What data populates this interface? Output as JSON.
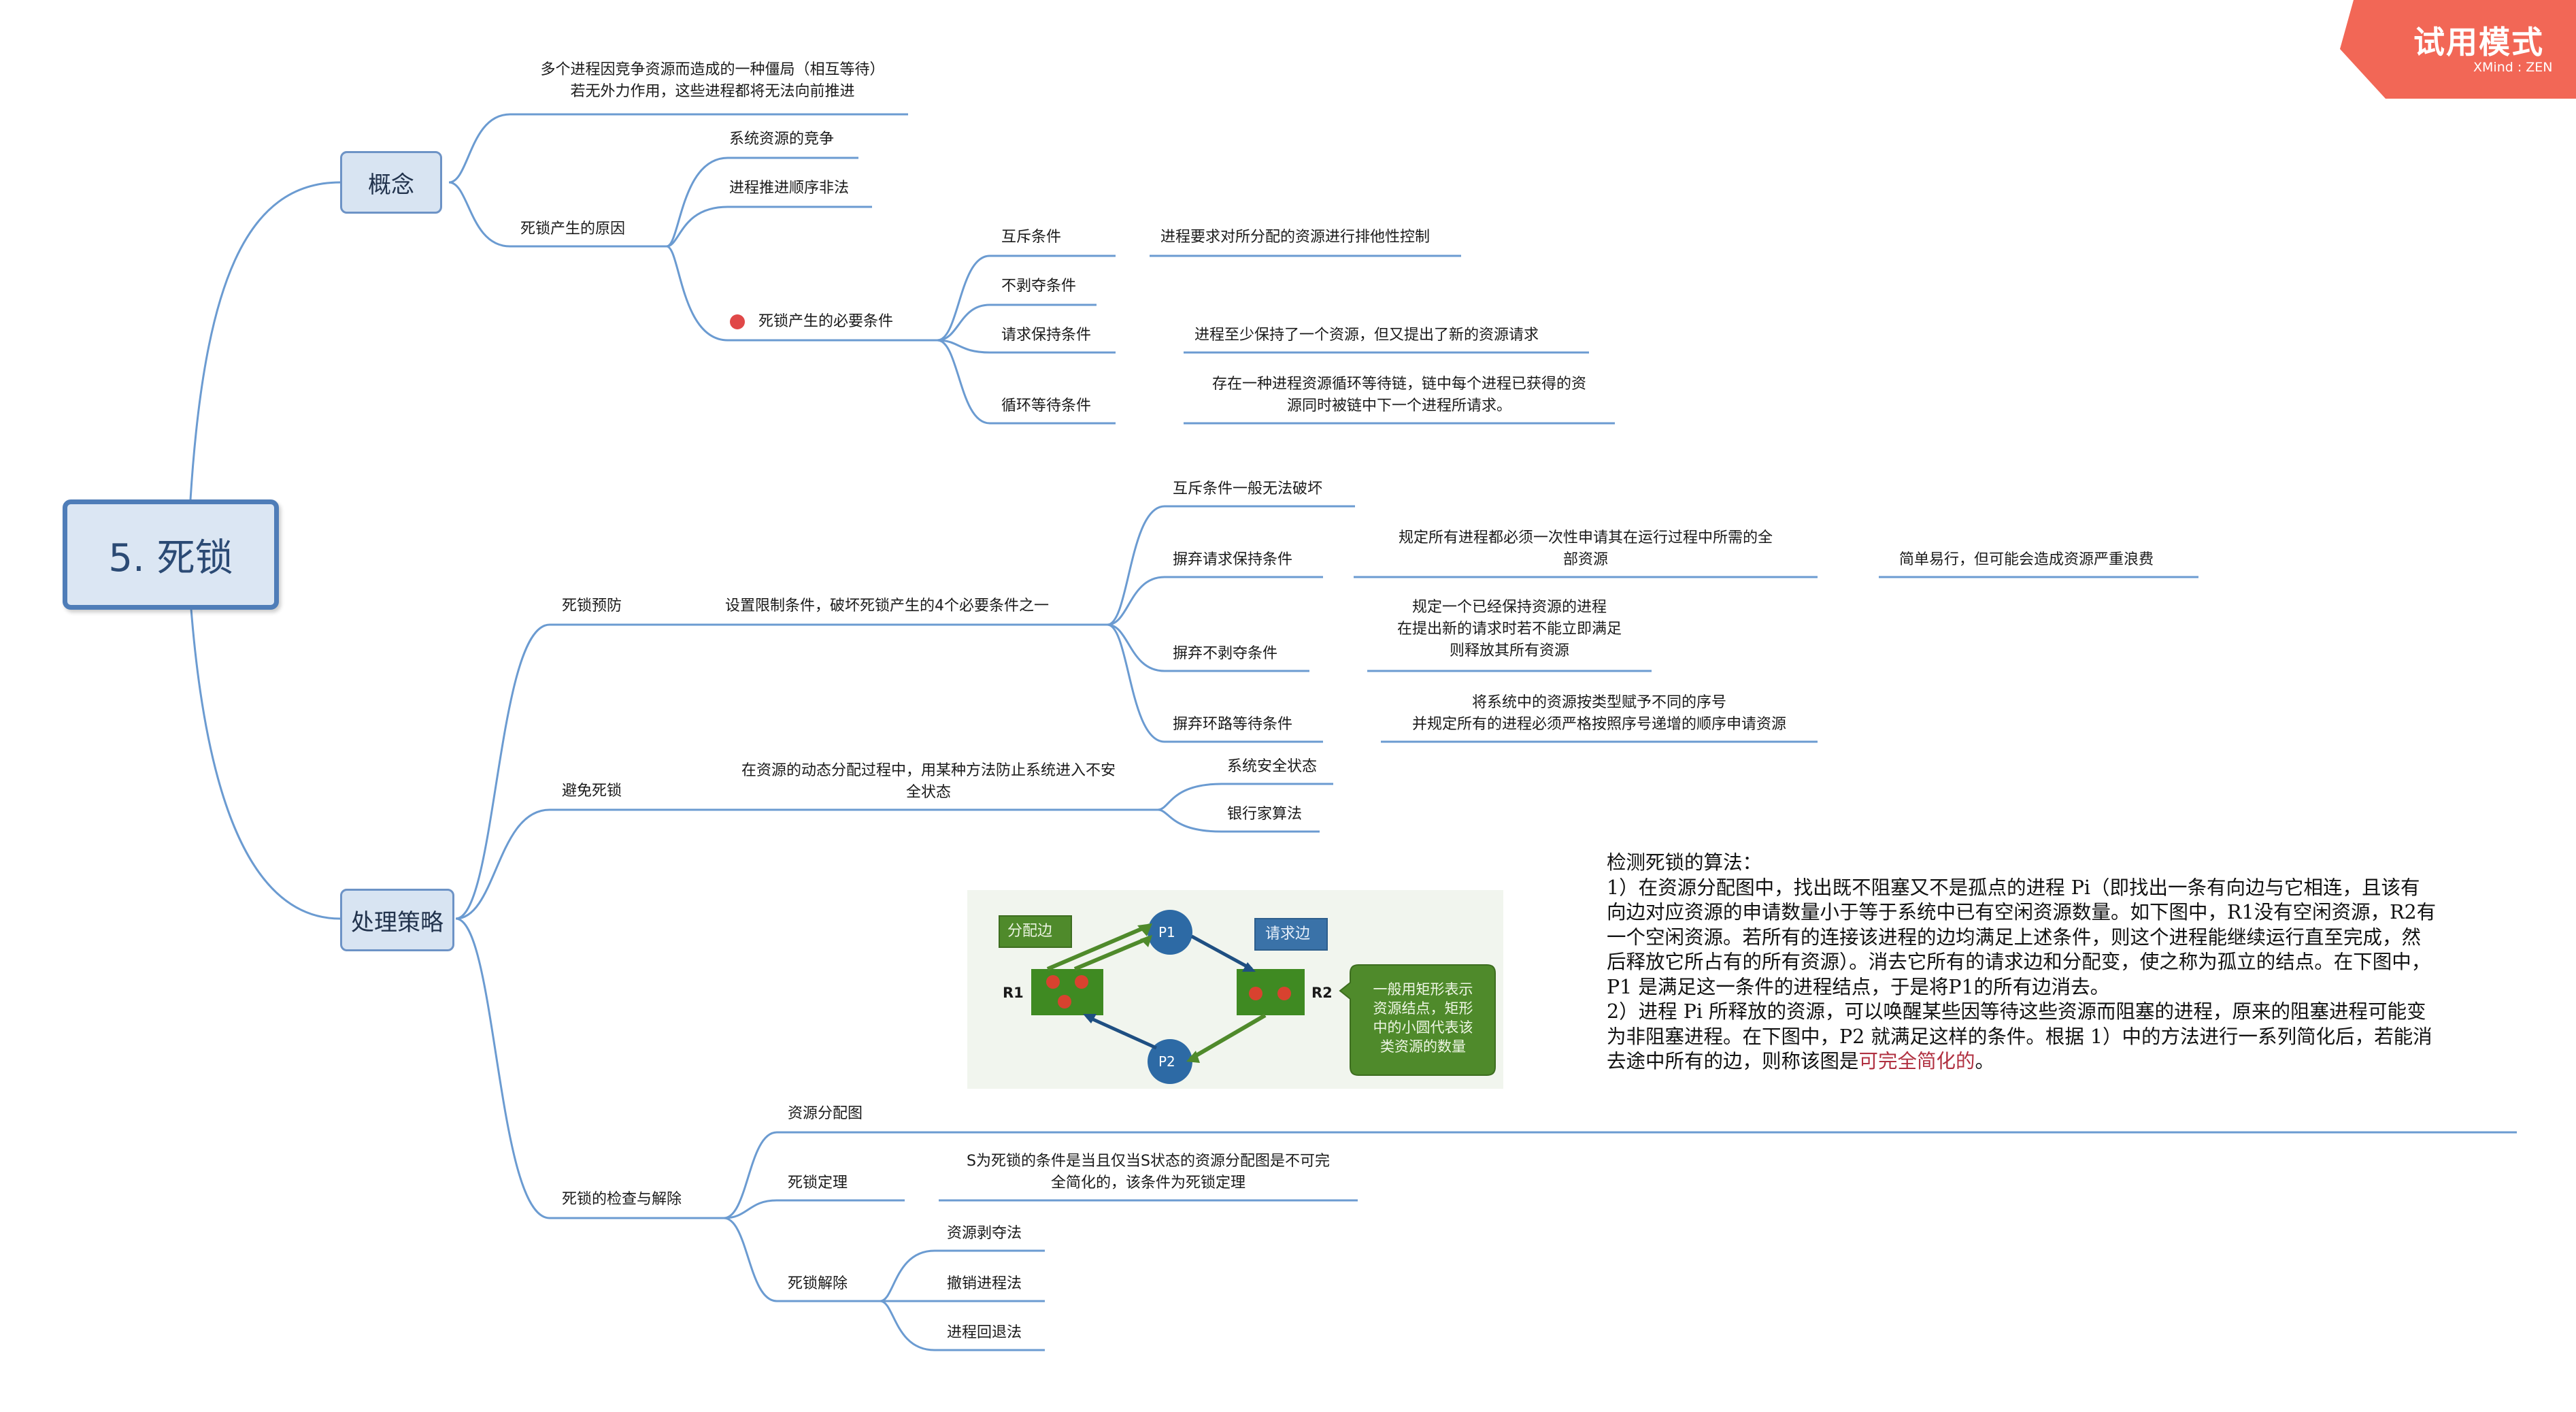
{
  "root": {
    "label": "5. 死锁"
  },
  "badge": {
    "title": "试用模式",
    "subtitle": "XMind : ZEN"
  },
  "concept": {
    "label": "概念",
    "definition": [
      "多个进程因竞争资源而造成的一种僵局（相互等待）",
      "若无外力作用，这些进程都将无法向前推进"
    ],
    "causes_label": "死锁产生的原因",
    "causes": [
      "系统资源的竞争",
      "进程推进顺序非法"
    ],
    "necessary_label": "死锁产生的必要条件",
    "conditions": [
      {
        "name": "互斥条件",
        "detail": [
          "进程要求对所分配的资源进行排他性控制"
        ]
      },
      {
        "name": "不剥夺条件",
        "detail": []
      },
      {
        "name": "请求保持条件",
        "detail": [
          "进程至少保持了一个资源，但又提出了新的资源请求"
        ]
      },
      {
        "name": "循环等待条件",
        "detail": [
          "存在一种进程资源循环等待链，链中每个进程已获得的资",
          "源同时被链中下一个进程所请求。"
        ]
      }
    ]
  },
  "strategy": {
    "label": "处理策略",
    "prevention": {
      "label": "死锁预防",
      "approach": "设置限制条件，破坏死锁产生的4个必要条件之一",
      "items": [
        {
          "name": "互斥条件一般无法破坏",
          "detail": [],
          "extra": ""
        },
        {
          "name": "摒弃请求保持条件",
          "detail": [
            "规定所有进程都必须一次性申请其在运行过程中所需的全",
            "部资源"
          ],
          "extra": "简单易行，但可能会造成资源严重浪费"
        },
        {
          "name": "摒弃不剥夺条件",
          "detail": [
            "规定一个已经保持资源的进程",
            "在提出新的请求时若不能立即满足",
            "则释放其所有资源"
          ],
          "extra": ""
        },
        {
          "name": "摒弃环路等待条件",
          "detail": [
            "将系统中的资源按类型赋予不同的序号",
            "并规定所有的进程必须严格按照序号递增的顺序申请资源"
          ],
          "extra": ""
        }
      ]
    },
    "avoidance": {
      "label": "避免死锁",
      "approach": [
        "在资源的动态分配过程中，用某种方法防止系统进入不安",
        "全状态"
      ],
      "items": [
        "系统安全状态",
        "银行家算法"
      ]
    },
    "detection": {
      "label": "死锁的检查与解除",
      "graph_label": "资源分配图",
      "theorem_label": "死锁定理",
      "theorem": [
        "S为死锁的条件是当且仅当S状态的资源分配图是不可完",
        "全简化的，该条件为死锁定理"
      ],
      "recovery_label": "死锁解除",
      "recovery": [
        "资源剥夺法",
        "撤销进程法",
        "进程回退法"
      ]
    }
  },
  "figure": {
    "alloc_label": "分配边",
    "request_label": "请求边",
    "p1": "P1",
    "p2": "P2",
    "r1": "R1",
    "r2": "R2",
    "callout": [
      "一般用矩形表示",
      "资源结点，矩形",
      "中的小圆代表该",
      "类资源的数量"
    ]
  },
  "note": {
    "lines": [
      "检测死锁的算法：",
      "1）在资源分配图中，找出既不阻塞又不是孤点的进程 Pi（即找出一条有向边与它相连，且该有",
      "向边对应资源的申请数量小于等于系统中已有空闲资源数量。如下图中，R1没有空闲资源，R2有",
      "一个空闲资源。若所有的连接该进程的边均满足上述条件，则这个进程能继续运行直至完成，然",
      "后释放它所占有的所有资源）。消去它所有的请求边和分配变，使之称为孤立的结点。在下图中，",
      "P1 是满足这一条件的进程结点，于是将P1的所有边消去。",
      "2）进程 Pi 所释放的资源，可以唤醒某些因等待这些资源而阻塞的进程，原来的阻塞进程可能变",
      "为非阻塞进程。在下图中，P2 就满足这样的条件。根据 1）中的方法进行一系列简化后，若能消"
    ],
    "last_prefix": "去途中所有的边，则称该图是",
    "last_highlight": "可完全简化的",
    "last_suffix": "。"
  }
}
